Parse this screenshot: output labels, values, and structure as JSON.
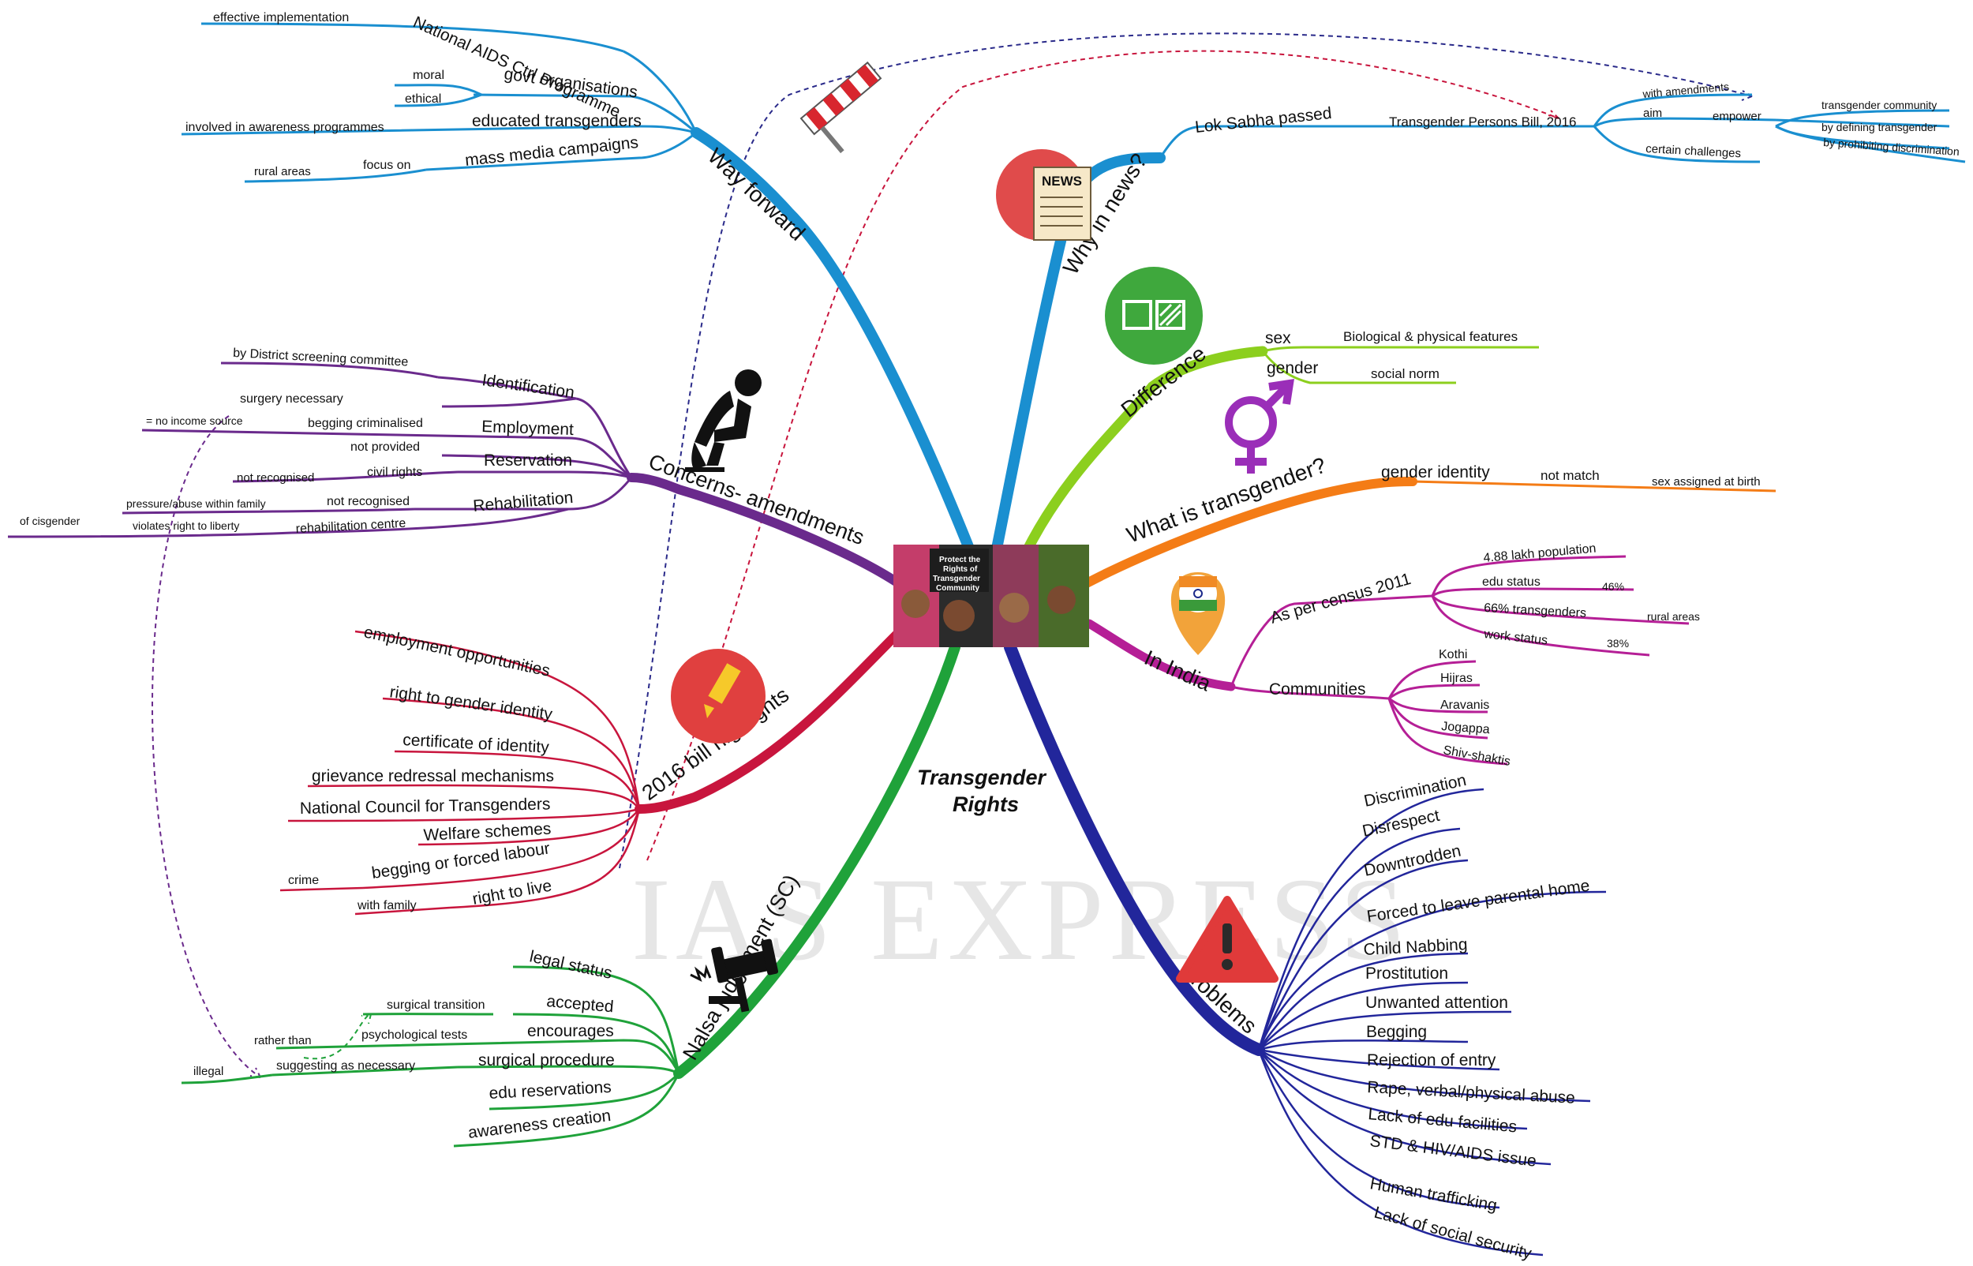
{
  "center": {
    "title_line1": "Transgender",
    "title_line2": "Rights",
    "image_caption": [
      "Protect the",
      "Rights of",
      "Transgender",
      "Community"
    ]
  },
  "watermark": "IAS EXPRESS",
  "colors": {
    "way_forward": "#1a8fd0",
    "news": "#1a8fd0",
    "difference": "#8ccf1e",
    "what_is": "#f47c16",
    "india": "#b51f96",
    "problems": "#22269b",
    "nalsa": "#1fa23a",
    "bill": "#c8153d",
    "concerns": "#6a2a8c"
  },
  "way_forward": {
    "label": "Way forward",
    "nacp": "National AIDS Ctrl Programme",
    "nacp_sub": "effective implementation",
    "govt": "govt organisations",
    "govt_moral": "moral",
    "govt_ethical": "ethical",
    "educated": "educated transgenders",
    "educated_sub": "involved in awareness programmes",
    "mass": "mass media campaigns",
    "mass_focus": "focus on",
    "mass_rural": "rural areas"
  },
  "news": {
    "label": "Why in news?",
    "lok_sabha": "Lok Sabha passed",
    "bill": "Transgender Persons Bill, 2016",
    "with_amendments": "with amendments",
    "aim": "aim",
    "empower": "empower",
    "community": "transgender community",
    "defining": "by defining transgender",
    "prohibiting": "by prohibiting discrimination",
    "challenges": "certain challenges"
  },
  "difference": {
    "label": "Difference",
    "sex": "sex",
    "sex_sub": "Biological & physical features",
    "gender": "gender",
    "gender_sub": "social norm"
  },
  "what_is": {
    "label": "What is transgender?",
    "identity": "gender identity",
    "not_match": "not match",
    "assigned": "sex assigned at birth"
  },
  "india": {
    "label": "In India",
    "census": "As per census 2011",
    "population": "4.88 lakh population",
    "edu_status": "edu status",
    "edu_pct": "46%",
    "pct66": "66% transgenders",
    "rural": "rural areas",
    "work_status": "work status",
    "work_pct": "38%",
    "communities": "Communities",
    "community_items": [
      "Kothi",
      "Hijras",
      "Aravanis",
      "Jogappa",
      "Shiv-shaktis"
    ]
  },
  "problems": {
    "label": "Problems",
    "items": [
      "Discrimination",
      "Disrespect",
      "Downtrodden",
      "Forced to leave parental home",
      "Child Nabbing",
      "Prostitution",
      "Unwanted attention",
      "Begging",
      "Rejection of entry",
      "Rape, verbal/physical abuse",
      "Lack of edu facilities",
      "STD & HIV/AIDS issue",
      "Human trafficking",
      "Lack of social security"
    ]
  },
  "nalsa": {
    "label": "Nalsa judgement (SC)",
    "legal": "legal status",
    "accepted": "accepted",
    "encourages": "encourages",
    "psych": "psychological tests",
    "surg_trans": "surgical transition",
    "rather": "rather than",
    "surg_proc": "surgical procedure",
    "suggesting": "suggesting as necessary",
    "illegal": "illegal",
    "edu_res": "edu reservations",
    "awareness": "awareness creation"
  },
  "bill": {
    "label": "2016 bill highlights",
    "items": [
      "employment opportunities",
      "right to gender identity",
      "certificate of identity",
      "grievance redressal mechanisms",
      "National Council for Transgenders",
      "Welfare schemes",
      "begging or forced labour",
      "right to live"
    ],
    "crime": "crime",
    "with_family": "with family"
  },
  "concerns": {
    "label": "Concerns- amendments",
    "identification": "Identification",
    "district": "by District screening committee",
    "employment": "Employment",
    "surgery": "surgery necessary",
    "begging": "begging criminalised",
    "no_income": "= no income source",
    "reservation": "Reservation",
    "not_provided": "not provided",
    "civil": "civil rights",
    "not_recognised_civil": "not recognised",
    "rehabilitation": "Rehabilitation",
    "not_recognised": "not recognised",
    "pressure": "pressure/abuse within family",
    "centre": "rehabilitation centre",
    "violates": "violates right to liberty",
    "cisgender": "of cisgender"
  },
  "icons": {
    "news": "newspaper-icon",
    "difference": "squares-icon",
    "gender": "transgender-symbol-icon",
    "india": "india-flag-pin-icon",
    "problems": "warning-icon",
    "nalsa": "gavel-icon",
    "bill": "highlighter-icon",
    "concerns": "worried-person-icon",
    "way_forward": "barrier-icon",
    "news_badge": "NEWS"
  }
}
